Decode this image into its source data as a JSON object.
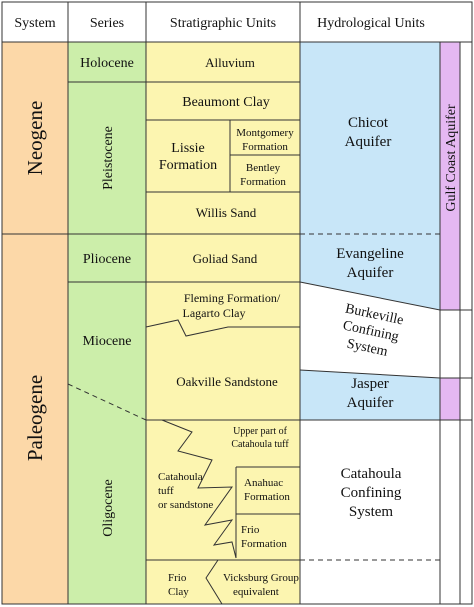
{
  "headers": {
    "system": "System",
    "series": "Series",
    "units": "Stratigraphic Units",
    "hydro": "Hydrological Units"
  },
  "systems": {
    "neogene": "Neogene",
    "paleogene": "Paleogene"
  },
  "series": {
    "holocene": "Holocene",
    "pleistocene": "Pleistocene",
    "pliocene": "Pliocene",
    "miocene": "Miocene",
    "oligocene": "Oligocene"
  },
  "units": {
    "alluvium": "Alluvium",
    "beaumont": "Beaumont Clay",
    "lissie": [
      "Lissie",
      "Formation"
    ],
    "montgomery": [
      "Montgomery",
      "Formation"
    ],
    "bentley": [
      "Bentley",
      "Formation"
    ],
    "willis": "Willis Sand",
    "goliad": "Goliad Sand",
    "fleming": [
      "Fleming Formation/",
      "Lagarto Clay"
    ],
    "oakville": "Oakville Sandstone",
    "upper_catahoula": [
      "Upper part of",
      "Catahoula tuff"
    ],
    "catahoula_tuff": [
      "Catahoula",
      "tuff",
      "or sandstone"
    ],
    "anahuac": [
      "Anahuac",
      "Formation"
    ],
    "frio_formation": [
      "Frio",
      "Formation"
    ],
    "frio_clay": [
      "Frio",
      "Clay"
    ],
    "vicksburg": [
      "Vicksburg Group",
      "equivalent"
    ]
  },
  "hydro": {
    "chicot": [
      "Chicot",
      "Aquifer"
    ],
    "evangeline": [
      "Evangeline",
      "Aquifer"
    ],
    "burkeville": [
      "Burkeville",
      "Confining",
      "System"
    ],
    "jasper": [
      "Jasper",
      "Aquifer"
    ],
    "catahoula_confining": [
      "Catahoula",
      "Confining",
      "System"
    ],
    "gulf_coast": "Gulf Coast Aquifer"
  },
  "colors": {
    "system_fill": "#fcd8a8",
    "series_fill": "#cceeaa",
    "units_fill": "#fcf5b0",
    "aquifer_fill": "#c8e6f8",
    "gulf_fill": "#e5b8f2",
    "line": "#333333"
  }
}
